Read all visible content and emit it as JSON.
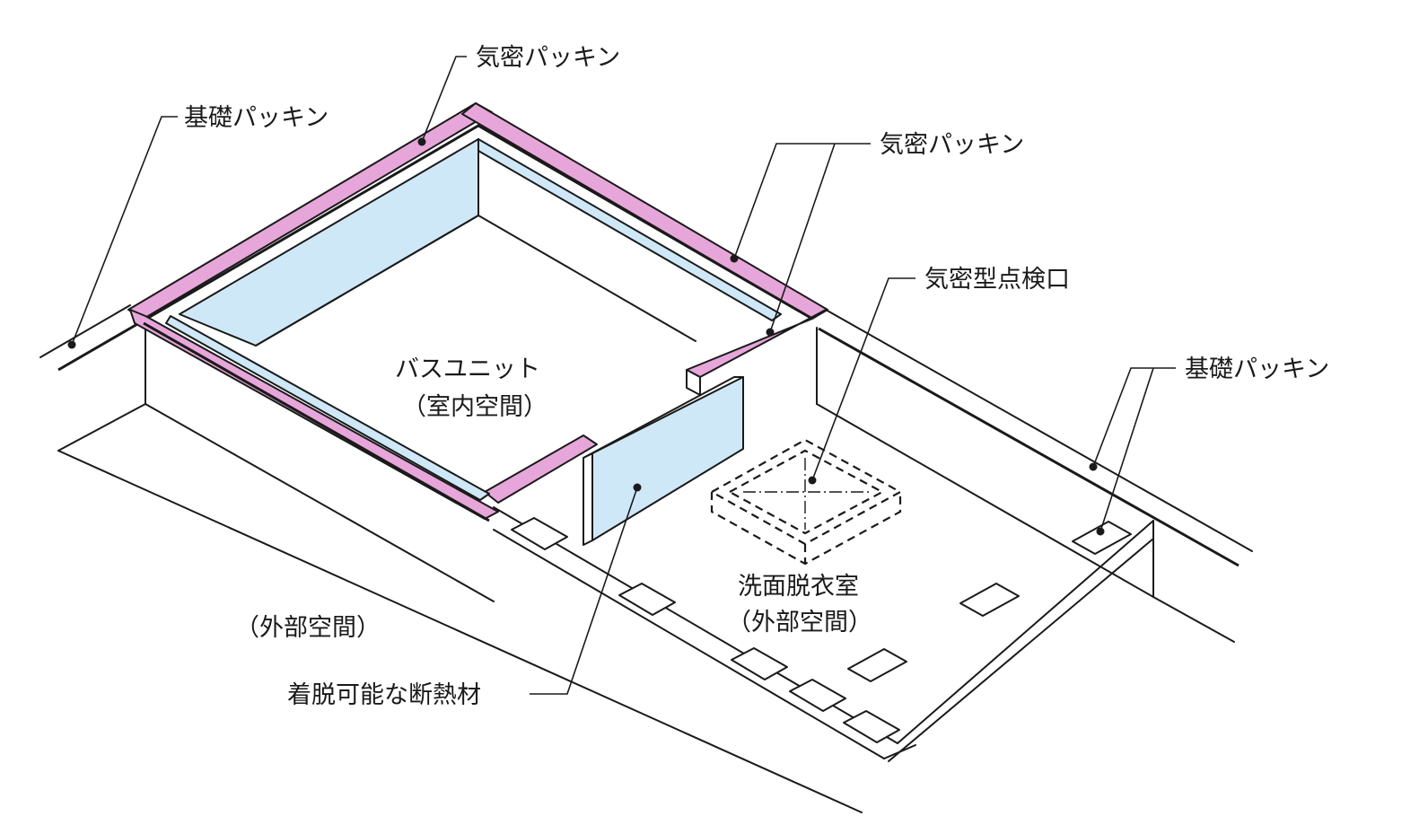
{
  "labels": {
    "kimitsu_top": "気密パッキン",
    "kiso_left": "基礎パッキン",
    "kimitsu_right": "気密パッキン",
    "kimitsu_inspection": "気密型点検口",
    "kiso_right": "基礎パッキン",
    "bath_unit": "バスユニット",
    "bath_unit_sub": "（室内空間）",
    "washroom": "洗面脱衣室",
    "washroom_sub": "（外部空間）",
    "outside": "（外部空間）",
    "insulation": "着脱可能な断熱材"
  },
  "colors": {
    "airtight_packing": "#e7a6da",
    "insulation_panel": "#cfe8f8",
    "line": "#1a1a1a"
  }
}
